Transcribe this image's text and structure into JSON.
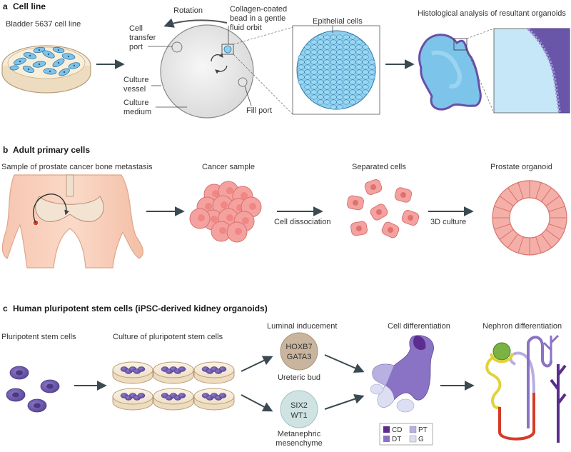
{
  "panel_a": {
    "letter": "a",
    "title": "Cell line",
    "cell_line_label": "Bladder 5637 cell line",
    "rotation_label": "Rotation",
    "bead_label_1": "Collagen-coated",
    "bead_label_2": "bead in a gentle",
    "bead_label_3": "fluid orbit",
    "transfer_port_1": "Cell",
    "transfer_port_2": "transfer",
    "transfer_port_3": "port",
    "culture_vessel_1": "Culture",
    "culture_vessel_2": "vessel",
    "culture_medium_1": "Culture",
    "culture_medium_2": "medium",
    "fill_port": "Fill port",
    "epithelial_cells": "Epithelial cells",
    "histology": "Histological analysis of resultant organoids"
  },
  "panel_b": {
    "letter": "b",
    "title": "Adult primary cells",
    "sample_label": "Sample of prostate cancer bone metastasis",
    "cancer_sample": "Cancer sample",
    "separated_cells": "Separated cells",
    "prostate_organoid": "Prostate organoid",
    "cell_dissociation": "Cell dissociation",
    "culture_3d": "3D culture"
  },
  "panel_c": {
    "letter": "c",
    "title": "Human pluripotent stem cells (iPSC-derived kidney organoids)",
    "pluripotent": "Pluripotent stem cells",
    "culture_pluripotent": "Culture of pluripotent stem cells",
    "luminal": "Luminal inducement",
    "cell_diff": "Cell differentiation",
    "nephron_diff": "Nephron differentiation",
    "hoxb7": "HOXB7",
    "gata3": "GATA3",
    "ureteric_bud": "Ureteric bud",
    "six2": "SIX2",
    "wt1": "WT1",
    "metanephric_1": "Metanephric",
    "metanephric_2": "mesenchyme",
    "legend": [
      {
        "code": "CD",
        "color": "#5b2d8e"
      },
      {
        "code": "PT",
        "color": "#b9b0e2"
      },
      {
        "code": "DT",
        "color": "#8a73c4"
      },
      {
        "code": "G",
        "color": "#dcdff2"
      }
    ]
  }
}
